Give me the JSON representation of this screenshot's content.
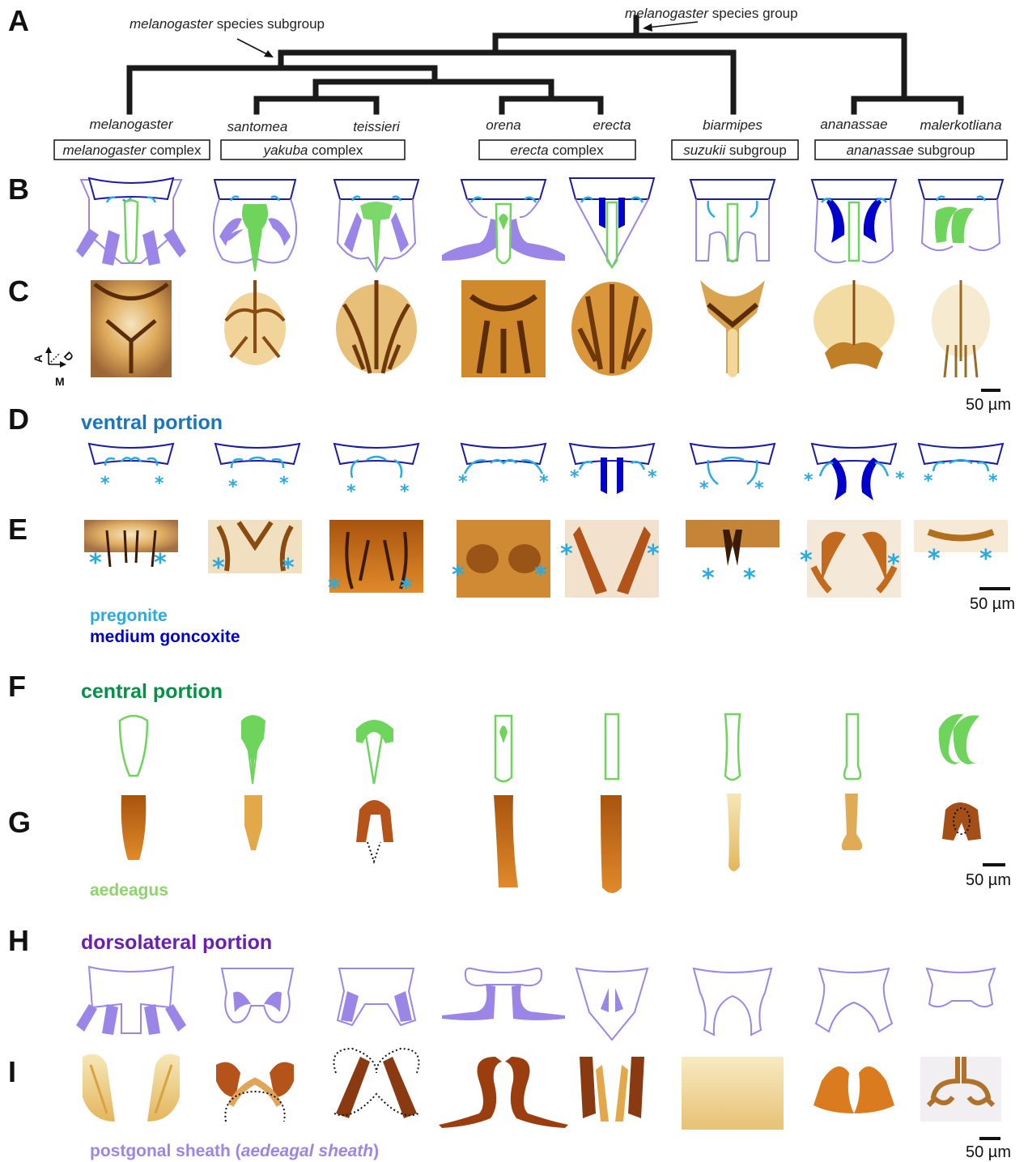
{
  "panels": {
    "a": "A",
    "b": "B",
    "c": "C",
    "d": "D",
    "e": "E",
    "f": "F",
    "g": "G",
    "h": "H",
    "i": "I"
  },
  "tree": {
    "group_label_italic": "melanogaster",
    "group_label_rest": " species group",
    "subgroup_label_italic": "melanogaster",
    "subgroup_label_rest": " species subgroup"
  },
  "species": [
    "melanogaster",
    "santomea",
    "teissieri",
    "orena",
    "erecta",
    "biarmipes",
    "ananassae",
    "malerkotliana"
  ],
  "complexes": [
    {
      "italic": "melanogaster",
      "rest": " complex"
    },
    {
      "italic": "yakuba",
      "rest": " complex"
    },
    {
      "italic": "erecta",
      "rest": " complex"
    },
    {
      "italic": "suzukii",
      "rest": " subgroup"
    },
    {
      "italic": "ananassae",
      "rest": " subgroup"
    }
  ],
  "axes": {
    "a": "A",
    "d": "D",
    "m": "M"
  },
  "sections": {
    "ventral": {
      "title": "ventral portion",
      "color": "#1b75bc"
    },
    "central": {
      "title": "central portion",
      "color": "#009245"
    },
    "dorsolateral": {
      "title": "dorsolateral portion",
      "color": "#6a1fb0"
    }
  },
  "legends": {
    "pregonite": {
      "text": "pregonite",
      "color": "#29abe2"
    },
    "medium_goncoxite": {
      "text": "medium goncoxite",
      "color": "#0000cc"
    },
    "aedeagus": {
      "text": "aedeagus",
      "color": "#8cd46b"
    },
    "postgonal_prefix": "postgonal sheath (",
    "postgonal_italic": "aedeagal sheath",
    "postgonal_suffix": ")",
    "postgonal_color": "#9b86e8"
  },
  "scale_bar": "50 µm",
  "asterisk": "*",
  "colors": {
    "ventral_outline": "#1a1aa8",
    "pregonite": "#29abe2",
    "medium_goncoxite": "#0000cc",
    "aedeagus": "#6ed45b",
    "postgonal": "#9b86e8",
    "photo_dark": "#8a4b12",
    "photo_mid": "#c9862a",
    "photo_light": "#efcf8f"
  }
}
